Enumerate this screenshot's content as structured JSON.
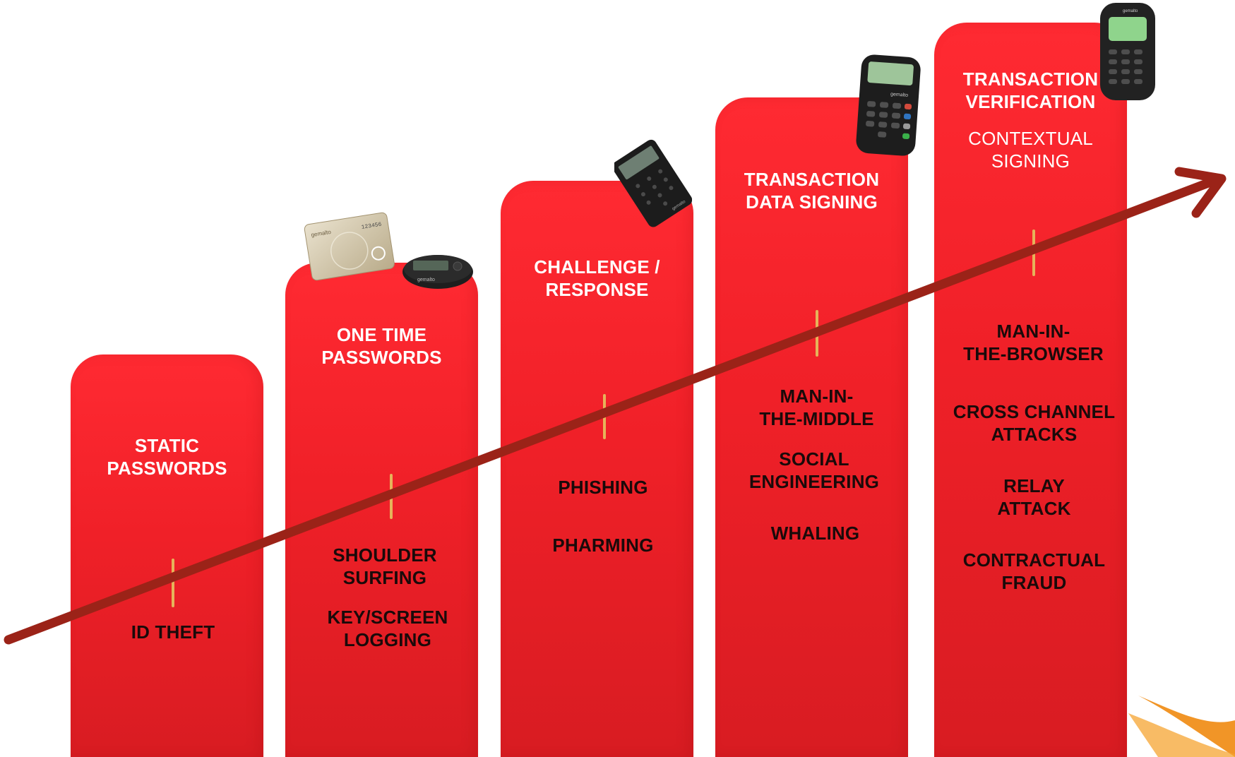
{
  "colors": {
    "column_red": "#f02028",
    "arrow": "#9b2318",
    "tick": "#e6b35a",
    "accent_orange": "#f08a10"
  },
  "columns": [
    {
      "title": "STATIC\nPASSWORDS",
      "threats": [
        "ID THEFT"
      ]
    },
    {
      "title": "ONE TIME\nPASSWORDS",
      "threats": [
        "SHOULDER\nSURFING",
        "KEY/SCREEN\nLOGGING"
      ]
    },
    {
      "title": "CHALLENGE /\nRESPONSE",
      "threats": [
        "PHISHING",
        "PHARMING"
      ]
    },
    {
      "title": "TRANSACTION\nDATA SIGNING",
      "threats": [
        "MAN-IN-\nTHE-MIDDLE",
        "SOCIAL\nENGINEERING",
        "WHALING"
      ]
    },
    {
      "title": "TRANSACTION\nVERIFICATION",
      "subtitle": "CONTEXTUAL\nSIGNING",
      "threats": [
        "MAN-IN-\nTHE-BROWSER",
        "CROSS CHANNEL\nATTACKS",
        "RELAY\nATTACK",
        "CONTRACTUAL\nFRAUD"
      ]
    }
  ],
  "devices": {
    "card_brand": "gemalto",
    "card_code": "123456",
    "token_brand": "gemalto",
    "reader_brand": "gemalto"
  }
}
